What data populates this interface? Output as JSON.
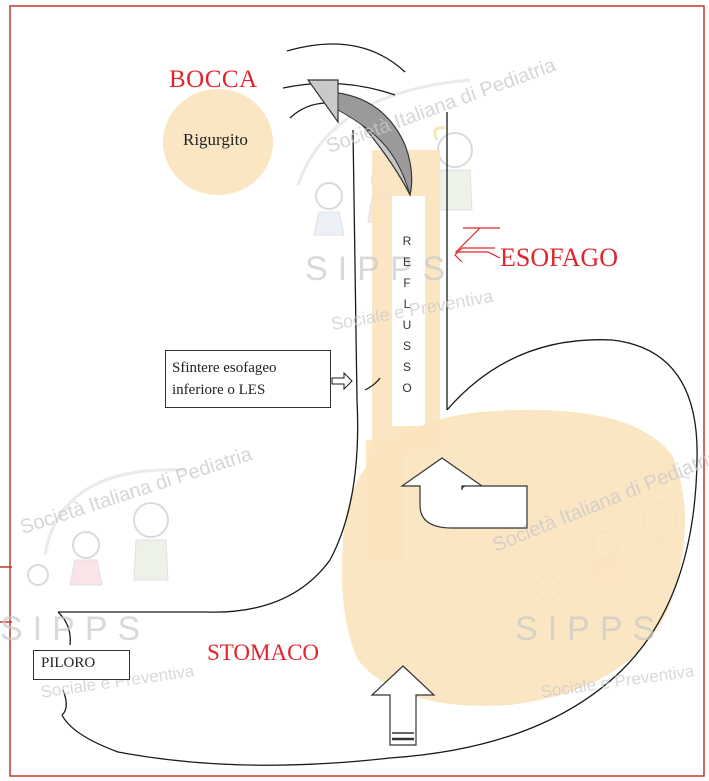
{
  "labels": {
    "bocca": "BOCCA",
    "rigurgito": "Rigurgito",
    "esofago": "ESOFAGO",
    "stomaco": "STOMACO",
    "les_line1": "Sfintere esofageo",
    "les_line2": "inferiore o LES",
    "piloro": "PILORO",
    "reflusso_letters": [
      "R",
      "E",
      "F",
      "L",
      "U",
      "S",
      "S",
      "O"
    ]
  },
  "watermark": {
    "arc_text": "Società Italiana di Pediatria",
    "bottom_text": "Sociale e Preventiva",
    "initials": [
      "S",
      "I",
      "P",
      "P",
      "S"
    ]
  },
  "colors": {
    "label_red": "#e2242c",
    "border_red": "#c0392b",
    "peach_fill": "#fbe3bd",
    "line": "#1a1a1a"
  }
}
